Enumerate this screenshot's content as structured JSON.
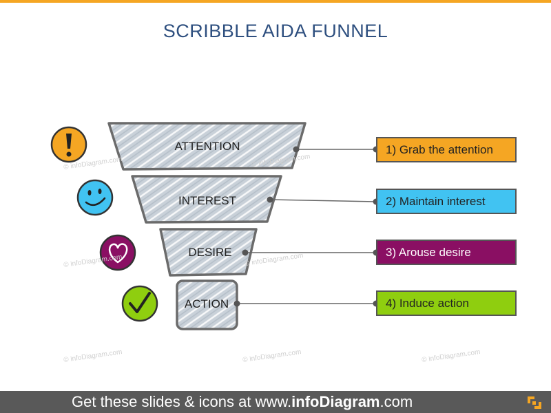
{
  "title": "SCRIBBLE AIDA FUNNEL",
  "stages": [
    {
      "label": "ATTENTION",
      "description": "1) Grab the attention",
      "color": "#f5a623",
      "icon": "exclamation-icon"
    },
    {
      "label": "INTEREST",
      "description": "2) Maintain interest",
      "color": "#41c3f2",
      "icon": "smiley-icon"
    },
    {
      "label": "DESIRE",
      "description": "3) Arouse desire",
      "color": "#8a0f63",
      "icon": "heart-icon"
    },
    {
      "label": "ACTION",
      "description": "4) Induce action",
      "color": "#8fce0f",
      "icon": "checkmark-icon"
    }
  ],
  "watermark": "© infoDiagram.com",
  "footer": {
    "prefix": "Get these slides & icons at www.",
    "brand": "infoDiagram",
    "suffix": ".com"
  }
}
